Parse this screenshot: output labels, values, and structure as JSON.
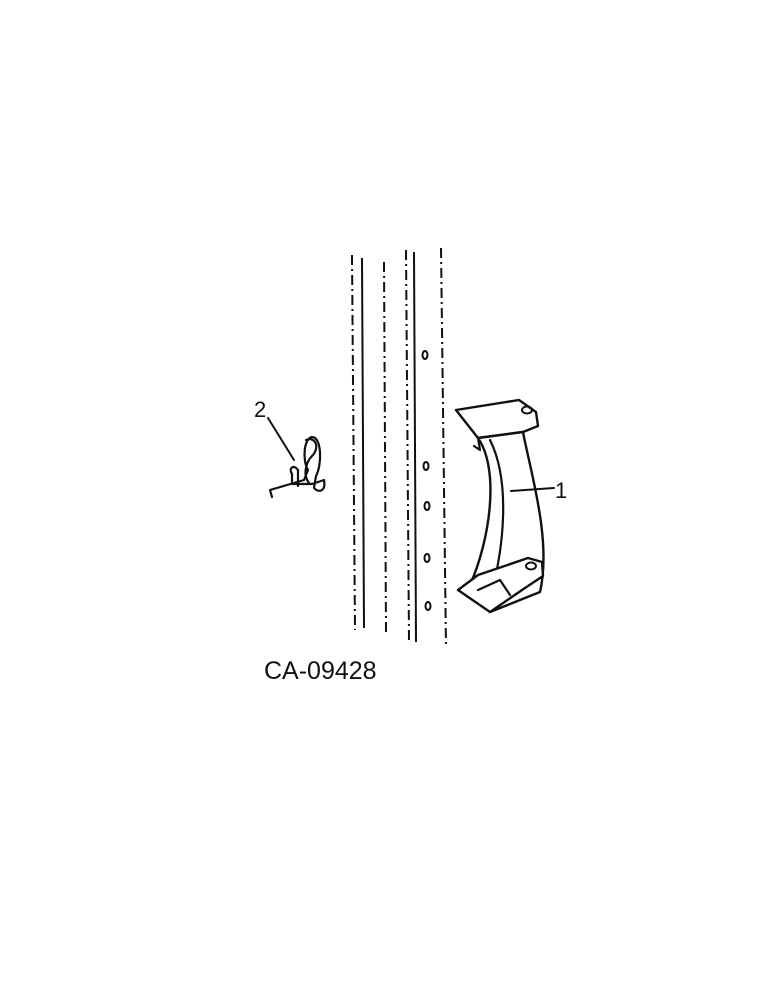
{
  "diagram": {
    "figure_code": "CA-09428",
    "callouts": [
      {
        "number": "1"
      },
      {
        "number": "2"
      }
    ],
    "colors": {
      "line": "#111111",
      "background": "#ffffff"
    }
  }
}
